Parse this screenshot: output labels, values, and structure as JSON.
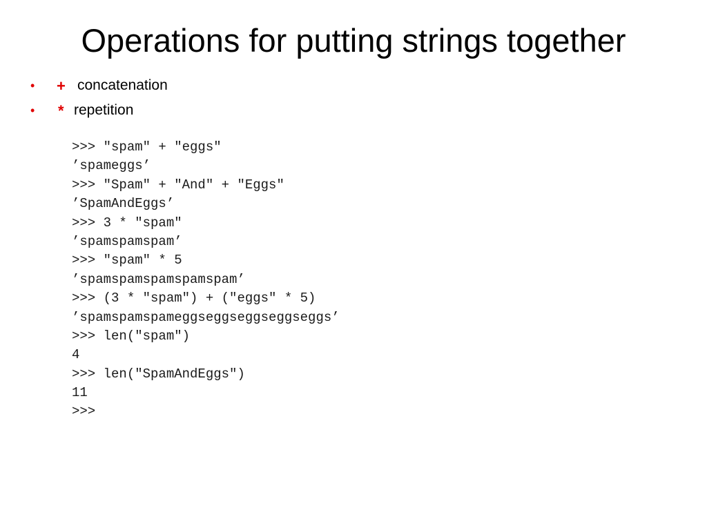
{
  "slide": {
    "title": "Operations for putting strings together",
    "bullets": [
      {
        "marker": "•",
        "operator": "+",
        "text": "concatenation"
      },
      {
        "marker": "•",
        "operator": "*",
        "text": "repetition"
      }
    ],
    "code_lines": [
      ">>> \"spam\" + \"eggs\"",
      "’spameggs’",
      ">>> \"Spam\" + \"And\" + \"Eggs\"",
      "’SpamAndEggs’",
      ">>> 3 * \"spam\"",
      "’spamspamspam’",
      ">>> \"spam\" * 5",
      "’spamspamspamspamspam’",
      ">>> (3 * \"spam\") + (\"eggs\" * 5)",
      "’spamspamspameggseggseggseggseggs’",
      ">>> len(\"spam\")",
      "4",
      ">>> len(\"SpamAndEggs\")",
      "11",
      ">>>"
    ],
    "colors": {
      "accent": "#e00000",
      "text": "#000000",
      "background": "#ffffff"
    }
  }
}
